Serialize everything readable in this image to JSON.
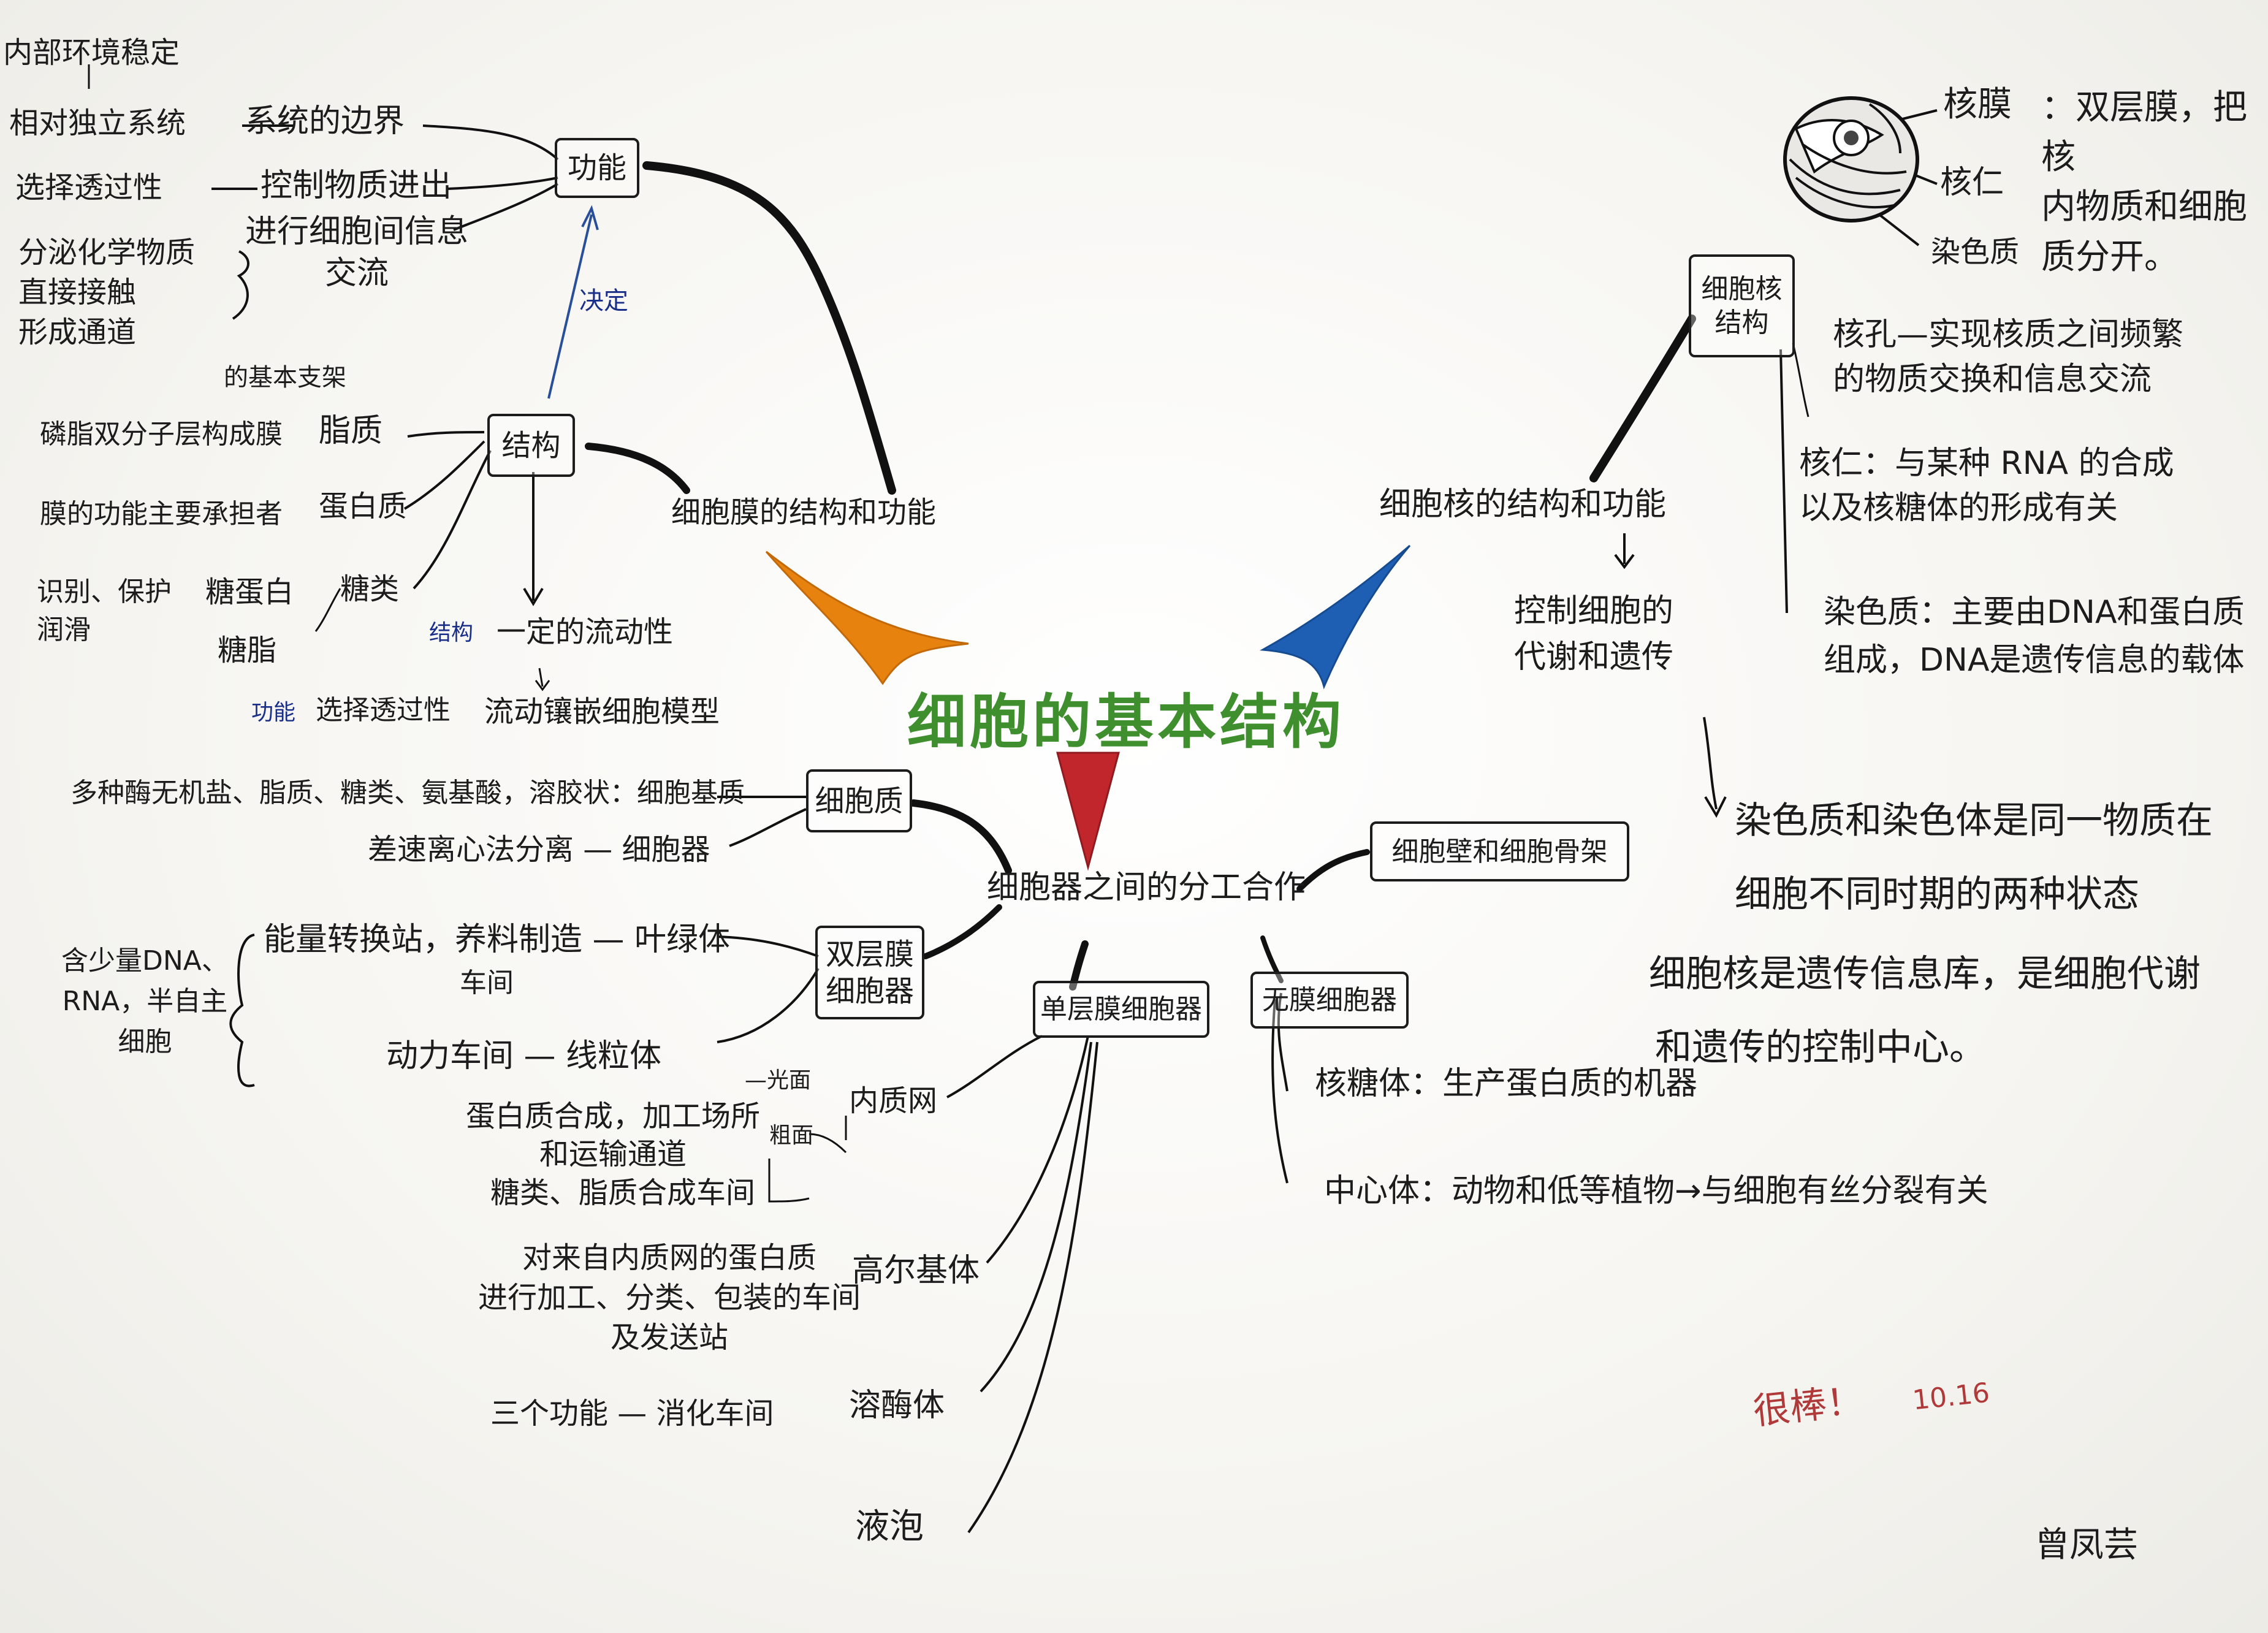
{
  "title": "细胞的基本结构",
  "colors": {
    "title": "#3f8f2f",
    "orange": "#e8820e",
    "blue": "#1e5fb4",
    "red": "#c0262c",
    "note_blue": "#1a2f8a",
    "praise": "#b03a3a"
  },
  "membrane": {
    "label": "细胞膜的结构和功能",
    "function_box": "功能",
    "structure_box": "结构",
    "decides": "决定",
    "functions": {
      "boundary": "系统的边界",
      "boundary_top": "内部环境稳定",
      "boundary_src": "相对独立系统",
      "control": "控制物质进出",
      "control_src": "选择透过性",
      "info": "进行细胞间信息\n交流",
      "info_src": "分泌化学物质\n直接接触\n形成通道"
    },
    "structures": {
      "lipid_note": "的基本支架",
      "lipid_src": "磷脂双分子层构成膜",
      "lipid": "脂质",
      "protein_src": "膜的功能主要承担者",
      "protein": "蛋白质",
      "sugar": "糖类",
      "sugar_src": "识别、保护\n润滑",
      "glycoprotein": "糖蛋白",
      "glycolipid": "糖脂",
      "fluidity_tag": "结构",
      "fluidity": "一定的流动性",
      "selective_tag": "功能",
      "selective": "选择透过性",
      "model": "流动镶嵌细胞模型"
    }
  },
  "nucleus": {
    "label": "细胞核的结构和功能",
    "structure_box": "细胞核\n结构",
    "envelope_label": "核膜",
    "envelope_desc": "：双层膜，把核\n内物质和细胞\n质分开。",
    "nucleolus_label": "核仁",
    "chromatin_label": "染色质",
    "pore": "核孔—实现核质之间频繁\n的物质交换和信息交流",
    "nucleolus_desc": "核仁：与某种 RNA 的合成\n以及核糖体的形成有关",
    "chromatin_desc": "染色质：主要由DNA和蛋白质\n组成，DNA是遗传信息的载体",
    "control": "控制细胞的\n代谢和遗传",
    "summary1": "染色质和染色体是同一物质在",
    "summary2": "细胞不同时期的两种状态",
    "summary3": "细胞核是遗传信息库，是细胞代谢",
    "summary4": "和遗传的控制中心。"
  },
  "organelles": {
    "label": "细胞器之间的分工合作",
    "cytoplasm_box": "细胞质",
    "matrix": "多种酶无机盐、脂质、糖类、氨基酸，溶胶状：细胞基质",
    "centrifuge": "差速离心法分离 — 细胞器",
    "double_box": "双层膜\n细胞器",
    "dna_note": "含少量DNA、\nRNA，半自主\n细胞",
    "chloroplast": "能量转换站，养料制造 — 叶绿体",
    "chloroplast_sub": "车间",
    "mitochondria": "动力车间 — 线粒体",
    "single_box": "单层膜细胞器",
    "er": "内质网",
    "rough": "—光面",
    "smooth": "粗面",
    "er_protein": "蛋白质合成，加工场所\n和运输通道",
    "er_lipid": "糖类、脂质合成车间",
    "golgi": "高尔基体",
    "golgi_desc": "对来自内质网的蛋白质\n进行加工、分类、包装的车间\n及发送站",
    "lysosome": "溶酶体",
    "lysosome_desc": "三个功能 — 消化车间",
    "vacuole": "液泡",
    "wall_box": "细胞壁和细胞骨架",
    "none_box": "无膜细胞器",
    "ribosome": "核糖体：生产蛋白质的机器",
    "centrosome": "中心体：动物和低等植物→与细胞有丝分裂有关"
  },
  "praise": "很棒！",
  "date": "10.16",
  "signature": "曾凤芸"
}
